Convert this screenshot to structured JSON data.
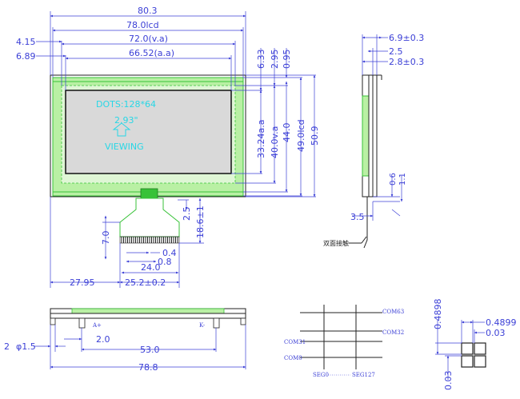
{
  "colors": {
    "dimension": "#3b3fd6",
    "outline": "#222222",
    "green": "#38c238",
    "green_fill": "#b9f0a4",
    "cyan": "#28d7e6",
    "screen": "#d9d9d9"
  },
  "front": {
    "overall_width": "80.3",
    "lcd_width": "78.0lcd",
    "va_width": "72.0(v.a)",
    "aa_width": "66.52(a.a)",
    "left_offset_1": "4.15",
    "left_offset_2": "6.89",
    "top_offset_1": "6.33",
    "top_offset_2": "2.95",
    "top_offset_3": "0.95",
    "aa_height": "33.24a.a",
    "va_height": "40.0v.a",
    "height_44": "44.0",
    "lcd_height": "49.0lcd",
    "overall_height": "50.9",
    "dots_text": "DOTS:128*64",
    "size_text": "2.93\"",
    "viewing_text": "VIEWING",
    "fpc_length_1": "2.5",
    "fpc_length_2": "18.6±1",
    "fpc_tail": "7.0",
    "pitch": "0.4",
    "pin_width": "0.8",
    "pin_span": "24.0",
    "fpc_width": "25.2±0.2",
    "fpc_left": "27.95"
  },
  "side": {
    "thickness": "6.9±0.3",
    "dim_2_5": "2.5",
    "dim_2_8": "2.8±0.3",
    "dim_0_6": "0.6",
    "dim_1_1": "1.1",
    "dim_3_5": "3.5",
    "tape_label": "双面接触"
  },
  "bottom": {
    "hole": "φ1.5",
    "hole_prefix": "2",
    "dim_2_0": "2.0",
    "pin_spacing": "53.0",
    "total": "78.8",
    "a_plus": "A+",
    "k_minus": "K-"
  },
  "matrix": {
    "com63": "COM63",
    "com32": "COM32",
    "com31": "COM31",
    "com0": "COM0",
    "seg0": "SEG0",
    "seg127": "SEG127"
  },
  "pixel": {
    "width": "0.4899",
    "gap": "0.03",
    "height": "0.4898",
    "gap_v": "0.03"
  }
}
